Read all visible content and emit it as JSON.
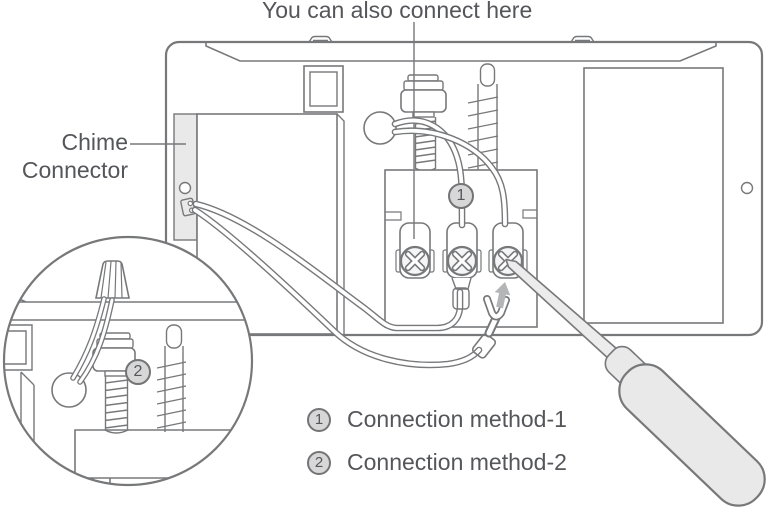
{
  "title_label": "You can also connect here",
  "chime_label": {
    "line1": "Chime",
    "line2": "Connector"
  },
  "legend": {
    "items": [
      {
        "num": "1",
        "label": "Connection method-1"
      },
      {
        "num": "2",
        "label": "Connection method-2"
      }
    ]
  },
  "colors": {
    "line": "#77787a",
    "text": "#55565a",
    "panel_fill": "#e9e9ea",
    "badge_fill": "#d7d7d8",
    "arrow_fill": "#b4b5b7",
    "tool_fill": "#ececed"
  }
}
